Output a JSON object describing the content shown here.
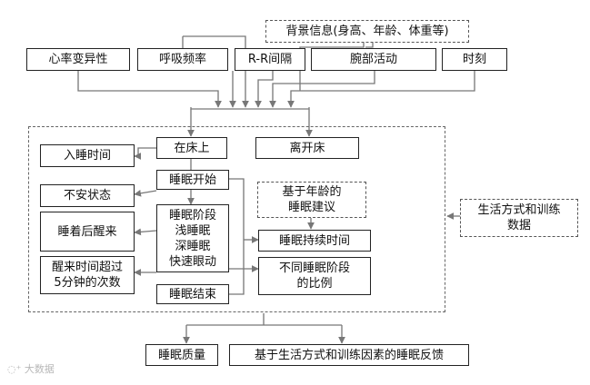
{
  "nodes": {
    "background_info": "背景信息(身高、年龄、体重等)",
    "heart_rate_variability": "心率变异性",
    "respiration_rate": "呼吸频率",
    "rr_interval": "R-R间隔",
    "wrist_activity": "腕部活动",
    "time_of_day": "时刻",
    "in_bed": "在床上",
    "out_of_bed": "离开床",
    "sleep_onset_time": "入睡时间",
    "sleep_start": "睡眠开始",
    "restless_state": "不安状态",
    "age_based_advice": "基于年龄的\n睡眠建议",
    "lifestyle_training_data": "生活方式和训练\n数据",
    "awake_after_sleep": "睡着后醒来",
    "sleep_stages": "睡眠阶段\n浅睡眠\n深睡眠\n快速眼动",
    "sleep_duration": "睡眠持续时间",
    "awake_over_5min": "醒来时间超过\n5分钟的次数",
    "stage_ratio": "不同睡眠阶段\n的比例",
    "sleep_end": "睡眠结束",
    "sleep_quality": "睡眠质量",
    "lifestyle_feedback": "基于生活方式和训练因素的睡眠反馈"
  }
}
